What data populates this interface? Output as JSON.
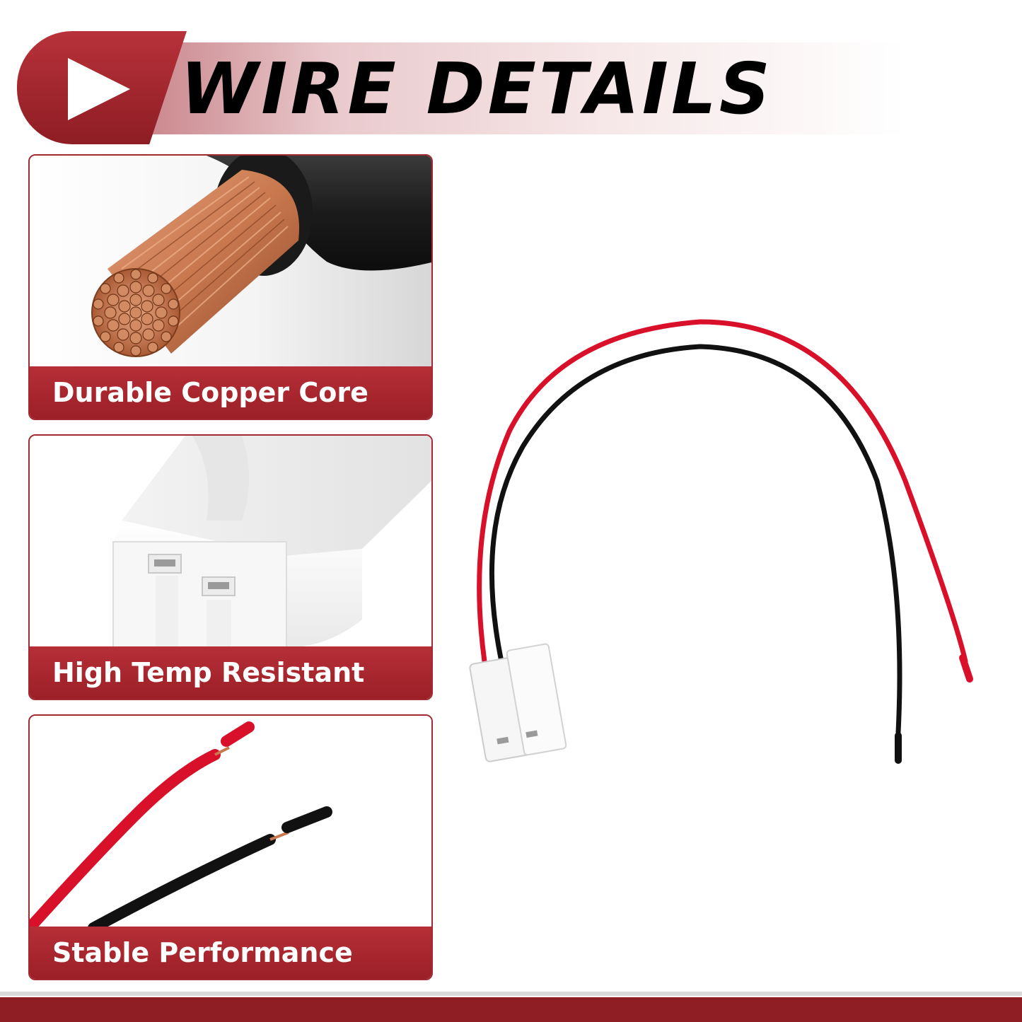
{
  "header": {
    "title": "WIRE DETAILS",
    "icon": "play-icon"
  },
  "features": [
    {
      "caption": "Durable Copper Core",
      "icon": "copper-core-icon"
    },
    {
      "caption": "High Temp Resistant",
      "icon": "connector-icon"
    },
    {
      "caption": "Stable Performance",
      "icon": "wire-ends-icon"
    }
  ],
  "product": {
    "icon": "wire-harness-icon"
  },
  "colors": {
    "accent": "#a02a31",
    "accent_dark": "#8e1d24",
    "wire_red": "#d8102a",
    "wire_black": "#111111",
    "copper": "#c9784e"
  }
}
